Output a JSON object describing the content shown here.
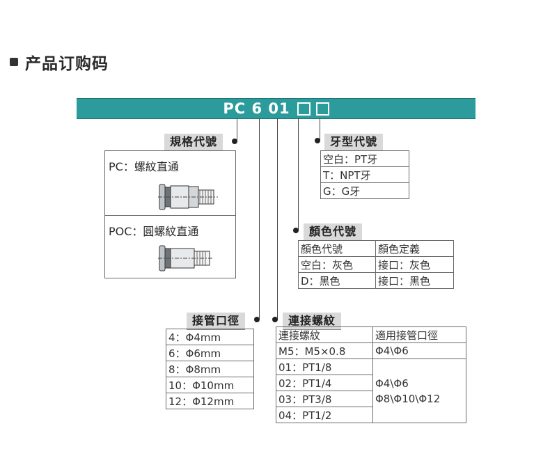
{
  "heading": "产品订购码",
  "banner": {
    "code": "PC 6 01",
    "boxes": [
      "□",
      "□"
    ]
  },
  "spec": {
    "label": "規格代號",
    "items": [
      {
        "text": "PC：螺紋直通"
      },
      {
        "text": "POC：圓螺紋直通"
      }
    ]
  },
  "thread": {
    "label": "牙型代號",
    "rows": [
      "空白：PT牙",
      "T：NPT牙",
      "G：G牙"
    ]
  },
  "color": {
    "label": "顏色代號",
    "header": [
      "顏色代號",
      "顏色定義"
    ],
    "rows": [
      [
        "空白：灰色",
        "接口：灰色"
      ],
      [
        "D：黑色",
        "接口：黑色"
      ]
    ]
  },
  "tube": {
    "label": "接管口徑",
    "rows": [
      "4：Φ4mm",
      "6：Φ6mm",
      "8：Φ8mm",
      "10：Φ10mm",
      "12：Φ12mm"
    ]
  },
  "conn": {
    "label": "連接螺紋",
    "header": [
      "連接螺紋",
      "適用接管口徑"
    ],
    "m5": [
      "M5：M5×0.8",
      "Φ4\\Φ6"
    ],
    "pt_rows": [
      "01：PT1/8",
      "02：PT1/4",
      "03：PT3/8",
      "04：PT1/2"
    ],
    "pt_fit_1": "Φ4\\Φ6",
    "pt_fit_2": "Φ8\\Φ10\\Φ12"
  },
  "colors": {
    "banner": "#2b9c9b",
    "label_bg": "#d9d9d9",
    "border": "#6a6a6a"
  }
}
